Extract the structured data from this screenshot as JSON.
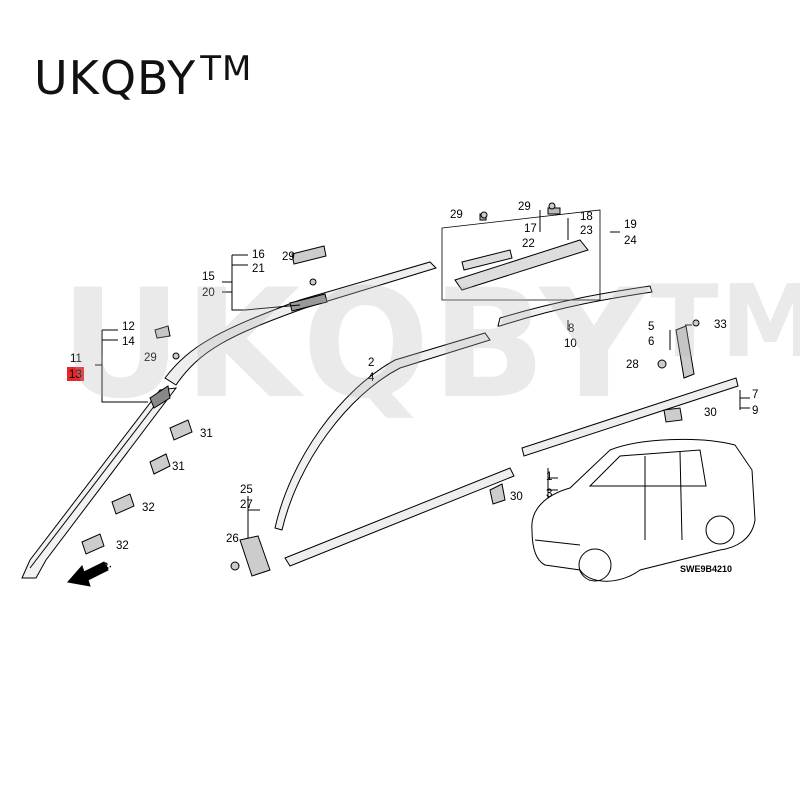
{
  "brand": {
    "name": "UKQBY",
    "tm": "TM"
  },
  "watermark": {
    "name": "UKQBY",
    "tm": "TM"
  },
  "diagram_code": "SWE9B4210",
  "front_marker": "FR.",
  "callouts": {
    "c29a": "29",
    "c29b": "29",
    "c29c": "29",
    "c29d": "29",
    "c18": "18",
    "c23": "23",
    "c19": "19",
    "c24": "24",
    "c17": "17",
    "c22": "22",
    "c16": "16",
    "c21": "21",
    "c15": "15",
    "c20": "20",
    "c12": "12",
    "c14": "14",
    "c11": "11",
    "c13": "13",
    "c31a": "31",
    "c31b": "31",
    "c32a": "32",
    "c32b": "32",
    "c2": "2",
    "c4": "4",
    "c8": "8",
    "c10": "10",
    "c5": "5",
    "c6": "6",
    "c33": "33",
    "c28": "28",
    "c7": "7",
    "c9": "9",
    "c30a": "30",
    "c30b": "30",
    "c1": "1",
    "c3": "3",
    "c25": "25",
    "c27": "27",
    "c26": "26"
  },
  "highlighted_callout": "c13",
  "colors": {
    "line": "#000000",
    "highlight": "#e8232a",
    "part_fill": "#d9d9d9"
  }
}
